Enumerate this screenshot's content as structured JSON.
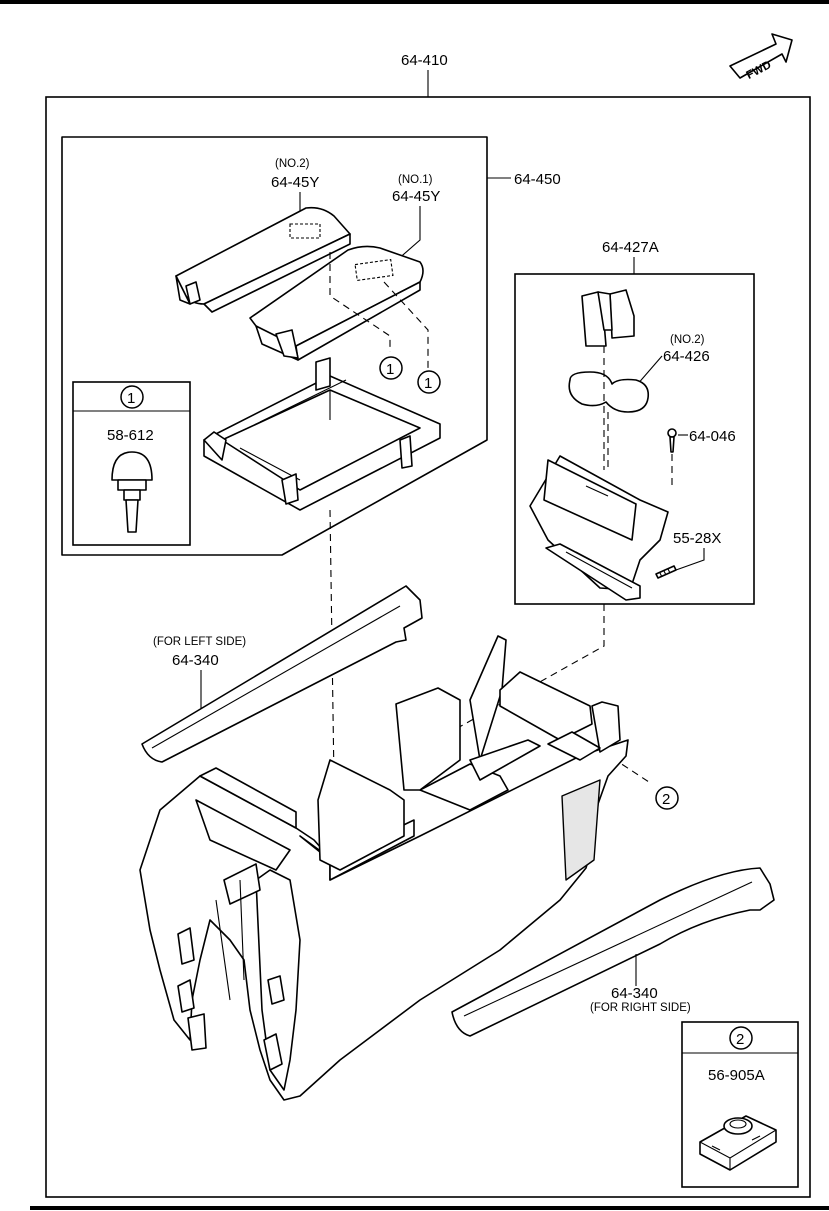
{
  "labels": {
    "assembly": "64-410",
    "lid_group": "64-450",
    "lid_no2_note": "(NO.2)",
    "lid_no2": "64-45Y",
    "lid_no1_note": "(NO.1)",
    "lid_no1": "64-45Y",
    "callout_1": "1",
    "callout_2": "2",
    "detail1_num": "1",
    "detail1_part": "58-612",
    "cupholder": "64-427A",
    "mat_note": "(NO.2)",
    "mat": "64-426",
    "screw_small": "64-046",
    "screw": "55-28X",
    "left_side_note": "(FOR LEFT SIDE)",
    "left_side": "64-340",
    "right_side": "64-340",
    "right_side_note": "(FOR RIGHT SIDE)",
    "detail2_num": "2",
    "detail2_part": "56-905A",
    "fwd": "FWD"
  }
}
